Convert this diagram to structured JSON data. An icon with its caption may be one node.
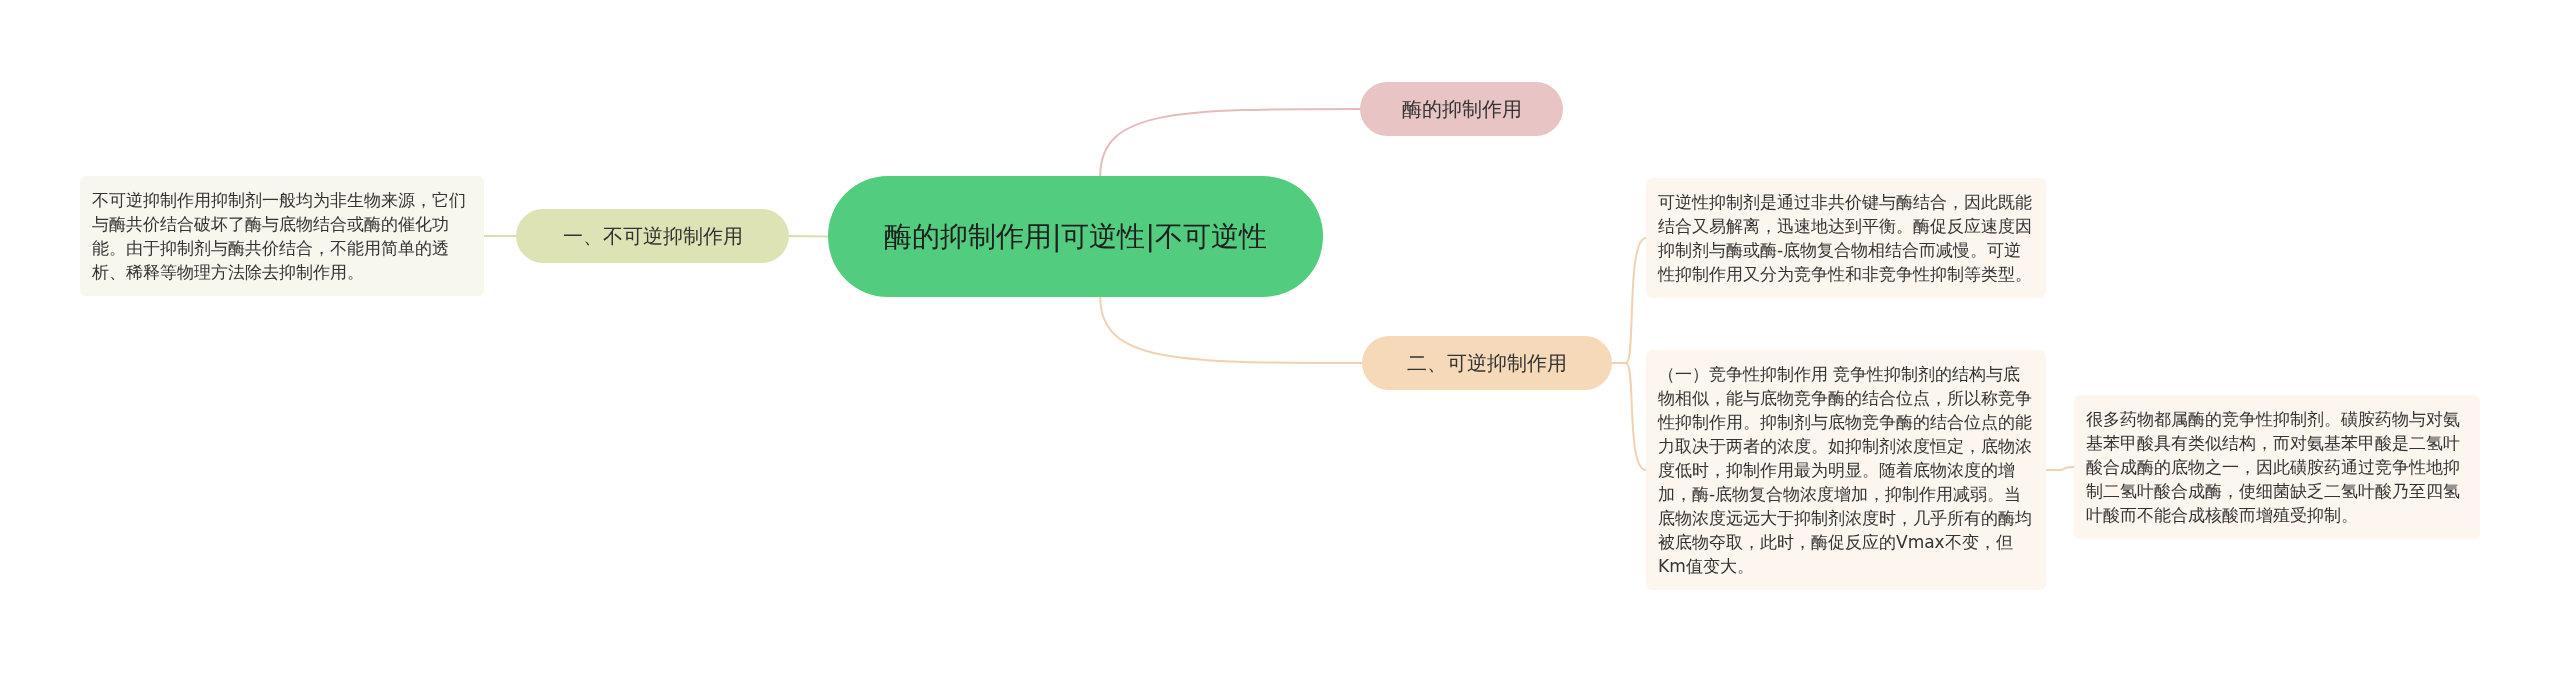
{
  "diagram": {
    "nodes": [
      {
        "text": [
          "酶的抑制作用|可逆性|不可逆性"
        ]
      },
      {
        "text": [
          "酶的抑制作用"
        ]
      },
      {
        "text": [
          "一、不可逆抑制作用"
        ]
      },
      {
        "text": [
          "不可逆抑制作用抑制剂一般均为非生物来源，它们与酶共价结合破坏了酶与底物结合或酶的催化功能。由于抑制剂与酶共价结合，不能用简单的透析、稀释等物理方法除去抑制作用。"
        ]
      },
      {
        "text": [
          "二、可逆抑制作用"
        ]
      },
      {
        "text": [
          "可逆性抑制剂是通过非共价键与酶结合，因此既能结合又易解离，迅速地达到平衡。酶促反应速度因抑制剂与酶或酶-底物复合物相结合而减慢。可逆性抑制作用又分为竞争性和非竞争性抑制等类型。"
        ]
      },
      {
        "text": [
          "（一）竞争性抑制作用 竞争性抑制剂的结构与底物相似，能与底物竞争酶的结合位点，所以称竞争性抑制作用。抑制剂与底物竞争酶的结合位点的能力取决于两者的浓度。如抑制剂浓度恒定，底物浓度低时，抑制作用最为明显。随着底物浓度的增加，酶-底物复合物浓度增加，抑制作用减弱。当底物浓度远远大于抑制剂浓度时，几乎所有的酶均被底物夺取，此时，酶促反应的Vmax不变，但Km值变大。"
        ]
      },
      {
        "text": [
          "很多药物都属酶的竞争性抑制剂。磺胺药物与对氨基苯甲酸具有类似结构，而对氨基苯甲酸是二氢叶酸合成酶的底物之一，因此磺胺药通过竞争性地抑制二氢叶酸合成酶，使细菌缺乏二氢叶酸乃至四氢叶酸而不能合成核酸而增殖受抑制。"
        ]
      }
    ],
    "edges": [
      {
        "from": 0,
        "to": 1,
        "arrow": "none",
        "color": "#e3bcbc"
      },
      {
        "from": 0,
        "to": 2,
        "arrow": "none",
        "color": "#d9ddb0"
      },
      {
        "from": 2,
        "to": 3,
        "arrow": "none",
        "color": "#d9ddb0"
      },
      {
        "from": 0,
        "to": 4,
        "arrow": "none",
        "color": "#f0d2b0"
      },
      {
        "from": 4,
        "to": 5,
        "arrow": "none",
        "color": "#f0d2b0"
      },
      {
        "from": 4,
        "to": 6,
        "arrow": "none",
        "color": "#f0d2b0"
      },
      {
        "from": 6,
        "to": 7,
        "arrow": "none",
        "color": "#f0d2b0"
      }
    ]
  }
}
